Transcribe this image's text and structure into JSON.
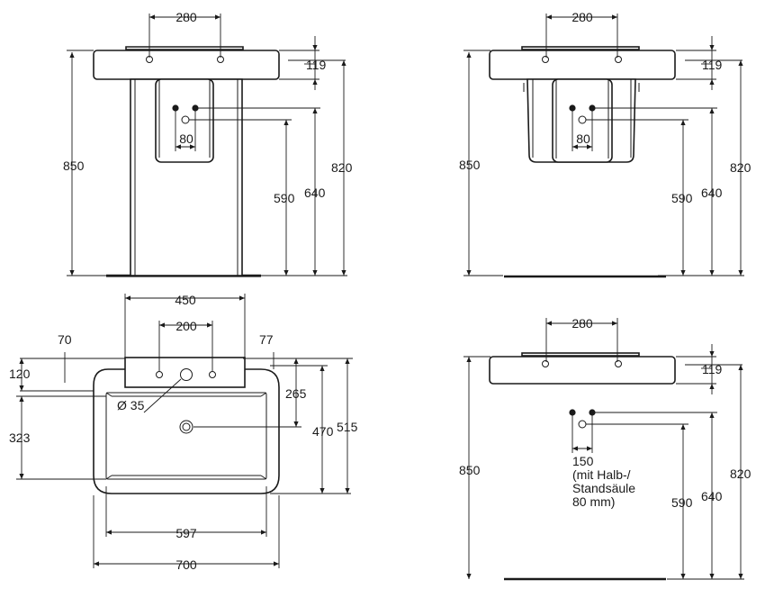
{
  "front_pedestal": {
    "dim_tap_spacing": "280",
    "dim_rim_height": "119",
    "dim_total_height": "850",
    "dim_rim_top_height": "820",
    "dim_waste_height": "640",
    "dim_supply_height": "590",
    "dim_supply_spacing": "80"
  },
  "front_half_pedestal": {
    "dim_tap_spacing": "280",
    "dim_rim_height": "119",
    "dim_total_height": "850",
    "dim_rim_top_height": "820",
    "dim_waste_height": "640",
    "dim_supply_height": "590",
    "dim_supply_spacing": "80"
  },
  "top_view": {
    "dim_deck_width": "450",
    "dim_tap_spacing": "200",
    "dim_left_offset": "70",
    "dim_right_offset": "77",
    "dim_tap_row": "120",
    "dim_waste_position": "323",
    "dim_bowl_depth": "265",
    "dim_depth": "470",
    "dim_total_depth": "515",
    "dim_hole_diameter": "Ø 35",
    "dim_inner_width": "597",
    "dim_total_width": "700"
  },
  "front_wall_hung": {
    "dim_tap_spacing": "280",
    "dim_rim_height": "119",
    "dim_total_height": "850",
    "dim_rim_top_height": "820",
    "dim_waste_height": "640",
    "dim_supply_height": "590",
    "note_line1": "150",
    "note_line2": "(mit Halb-/",
    "note_line3": "Standsäule",
    "note_line4": "80 mm)"
  }
}
